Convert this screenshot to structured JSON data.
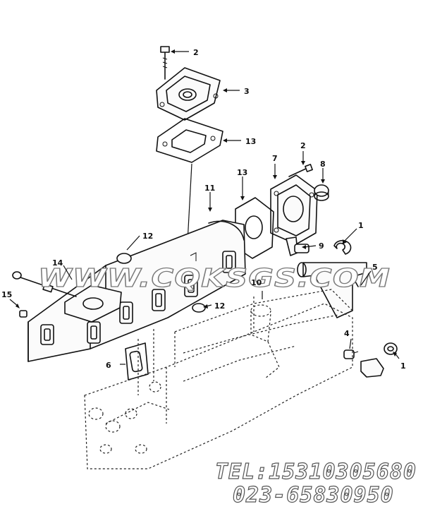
{
  "callouts": {
    "c2a": "2",
    "c3": "3",
    "c13a": "13",
    "c7": "7",
    "c2b": "2",
    "c8": "8",
    "c13b": "13",
    "c11": "11",
    "c12a": "12",
    "c1a": "1",
    "c9": "9",
    "c14": "14",
    "c5": "5",
    "c15": "15",
    "c10": "10",
    "c12b": "12",
    "c4": "4",
    "c6": "6",
    "c1b": "1"
  },
  "watermark": "WWW.CQKSGS.COM",
  "contact": {
    "tel": "TEL:15310305680",
    "phone": "023-65830950"
  }
}
